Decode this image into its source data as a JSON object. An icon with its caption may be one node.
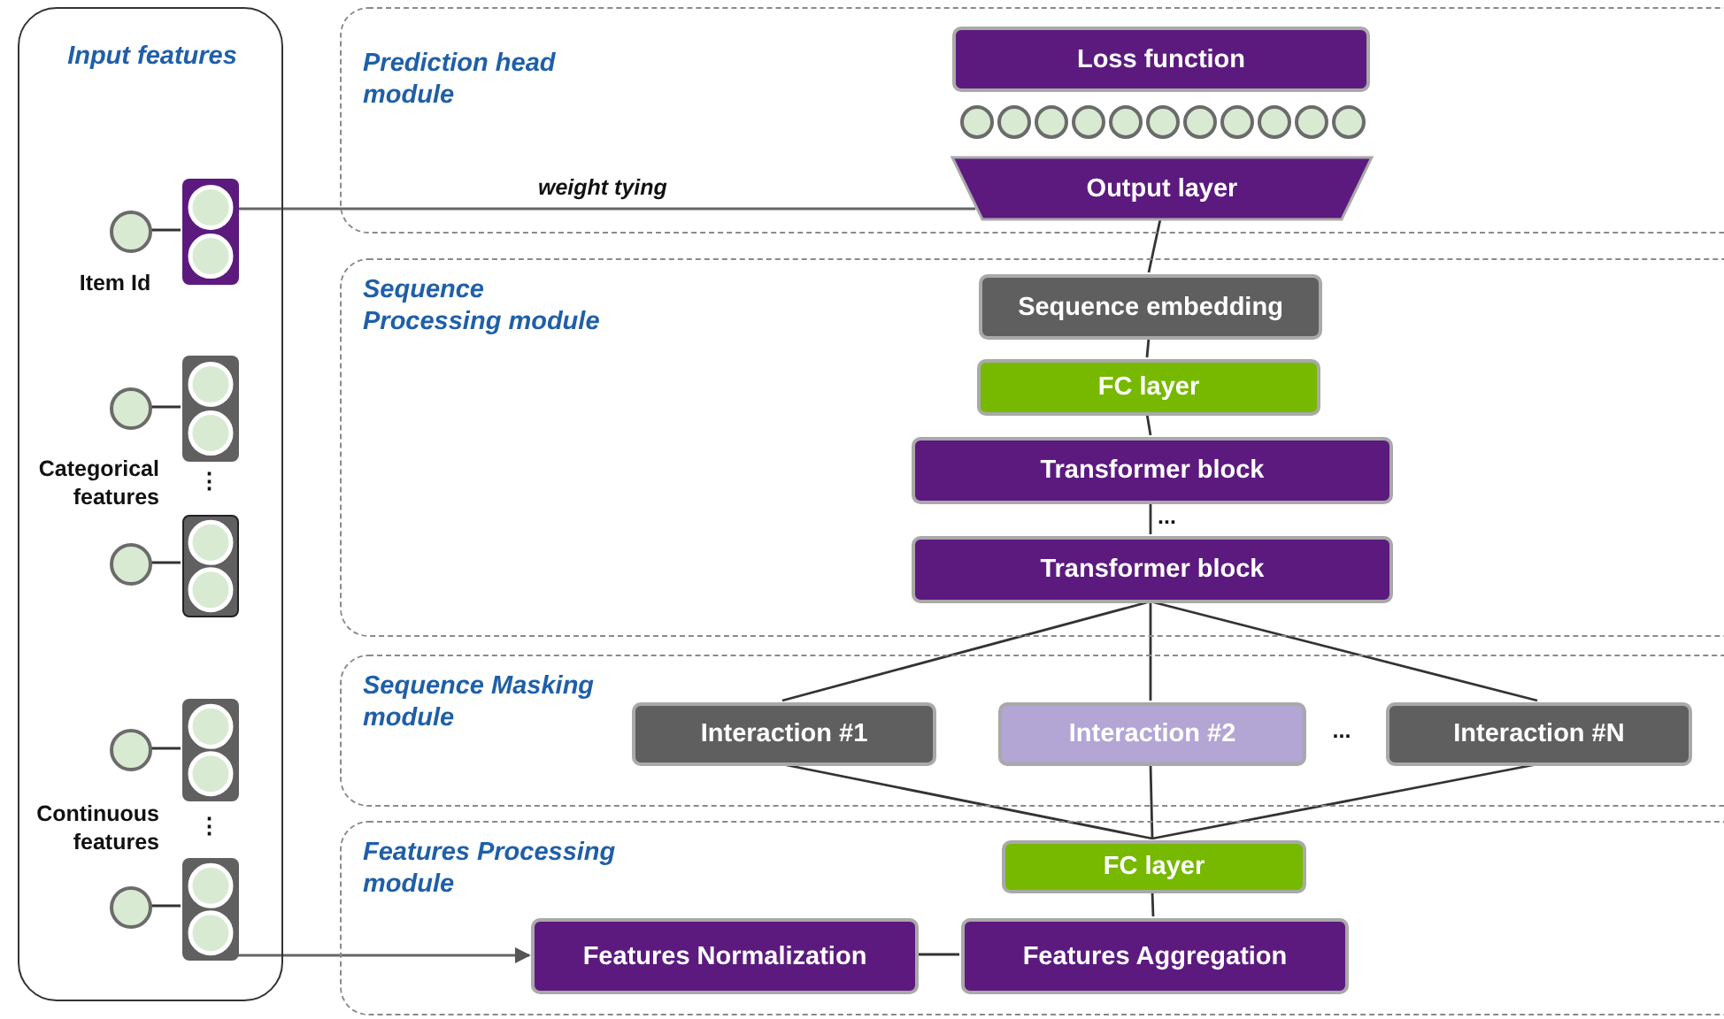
{
  "diagram": {
    "nodes": [
      {
        "text": [
          "Input features"
        ]
      },
      {
        "text": [],
        "shape": "circle",
        "in": 0
      },
      {
        "text": [],
        "shape": "bar",
        "in": 0
      },
      {
        "text": [],
        "shape": "circle",
        "in": 0
      },
      {
        "text": [],
        "shape": "bar",
        "in": 0
      },
      {
        "text": [],
        "shape": "circle",
        "in": 0
      },
      {
        "text": [],
        "shape": "bar",
        "in": 0
      },
      {
        "text": [],
        "shape": "circle",
        "in": 0
      },
      {
        "text": [],
        "shape": "bar",
        "in": 0
      },
      {
        "text": [],
        "shape": "circle",
        "in": 0
      },
      {
        "text": [],
        "shape": "bar",
        "in": 0
      },
      {
        "text": [
          "Prediction head module"
        ]
      },
      {
        "text": [
          "Loss function"
        ],
        "in": 11
      },
      {
        "text": [
          "Output layer"
        ],
        "in": 11
      },
      {
        "text": [
          "Sequence Processing module"
        ]
      },
      {
        "text": [
          "Sequence embedding"
        ],
        "in": 14
      },
      {
        "text": [
          "FC layer"
        ],
        "in": 14
      },
      {
        "text": [
          "Transformer block"
        ],
        "in": 14
      },
      {
        "text": [
          "Transformer block"
        ],
        "in": 14
      },
      {
        "text": [
          "Sequence Masking module"
        ]
      },
      {
        "text": [
          "Interaction #1"
        ],
        "in": 19
      },
      {
        "text": [
          "Interaction #2"
        ],
        "in": 19
      },
      {
        "text": [
          "Interaction #N"
        ],
        "in": 19
      },
      {
        "text": [
          "Features Processing module"
        ]
      },
      {
        "text": [
          "FC layer"
        ],
        "in": 23
      },
      {
        "text": [
          "Features Normalization"
        ],
        "in": 23
      },
      {
        "text": [
          "Features Aggregation"
        ],
        "in": 23
      }
    ],
    "edges": [
      {
        "from": 1,
        "to": 2,
        "arrow": "none"
      },
      {
        "from": 3,
        "to": 4,
        "arrow": "none"
      },
      {
        "from": 5,
        "to": 6,
        "arrow": "none"
      },
      {
        "from": 7,
        "to": 8,
        "arrow": "none"
      },
      {
        "from": 9,
        "to": 10,
        "arrow": "none"
      },
      {
        "from": 2,
        "to": 13,
        "arrow": "none",
        "label": "weight tying"
      },
      {
        "from": 10,
        "to": 25,
        "arrow": "to"
      },
      {
        "from": 13,
        "to": 15,
        "arrow": "none"
      },
      {
        "from": 15,
        "to": 16,
        "arrow": "none"
      },
      {
        "from": 16,
        "to": 17,
        "arrow": "none"
      },
      {
        "from": 17,
        "to": 18,
        "arrow": "none"
      },
      {
        "from": 18,
        "to": 20,
        "arrow": "none"
      },
      {
        "from": 18,
        "to": 21,
        "arrow": "none"
      },
      {
        "from": 18,
        "to": 22,
        "arrow": "none"
      },
      {
        "from": 20,
        "to": 24,
        "arrow": "none"
      },
      {
        "from": 21,
        "to": 24,
        "arrow": "none"
      },
      {
        "from": 22,
        "to": 24,
        "arrow": "none"
      },
      {
        "from": 24,
        "to": 26,
        "arrow": "none"
      },
      {
        "from": 25,
        "to": 26,
        "arrow": "none"
      }
    ],
    "labels": [
      "Item Id",
      "Categorical features",
      "⋮",
      "Continuous features",
      "⋮",
      "...",
      "..."
    ]
  }
}
